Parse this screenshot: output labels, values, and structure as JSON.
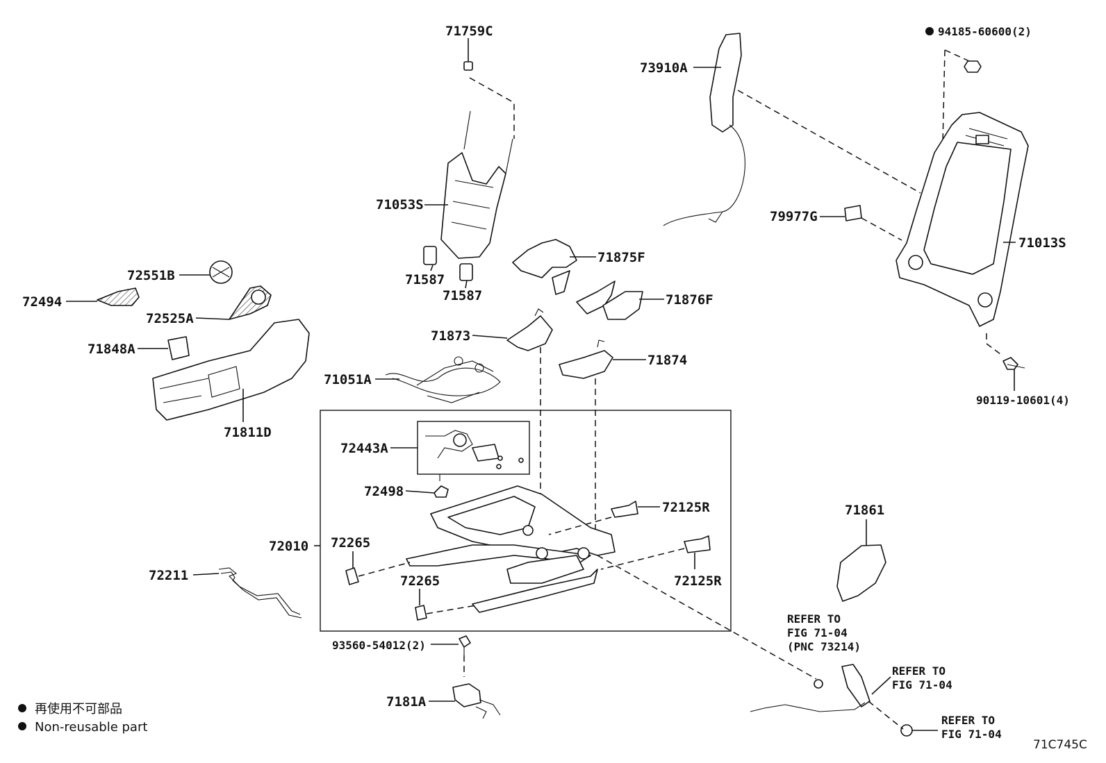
{
  "labels": {
    "p71759C": "71759C",
    "p73910A": "73910A",
    "p94185": "94185-60600(2)",
    "p71053S": "71053S",
    "p79977G": "79977G",
    "p71013S": "71013S",
    "p71875F": "71875F",
    "p71587a": "71587",
    "p71587b": "71587",
    "p72551B": "72551B",
    "p72494": "72494",
    "p72525A": "72525A",
    "p71876F": "71876F",
    "p71873": "71873",
    "p71848A": "71848A",
    "p71874": "71874",
    "p90119": "90119-10601(4)",
    "p71051A": "71051A",
    "p71811D": "71811D",
    "p72443A": "72443A",
    "p72498": "72498",
    "p72125Ra": "72125R",
    "p71861": "71861",
    "p72010": "72010",
    "p72265a": "72265",
    "p72211": "72211",
    "p72265b": "72265",
    "p72125Rb": "72125R",
    "p93560": "93560-54012(2)",
    "p7181A": "7181A"
  },
  "refers": {
    "ref1_line1": "REFER TO",
    "ref1_line2": "FIG 71-04",
    "ref1_line3": "(PNC 73214)",
    "ref2_line1": "REFER TO",
    "ref2_line2": "FIG 71-04",
    "ref3_line1": "REFER TO",
    "ref3_line2": "FIG 71-04"
  },
  "legend": {
    "non_reusable_jp": "再使用不可部品",
    "non_reusable_en": "Non-reusable part",
    "bullet_icon": "filled-circle"
  },
  "diagram_code": "71C745C"
}
